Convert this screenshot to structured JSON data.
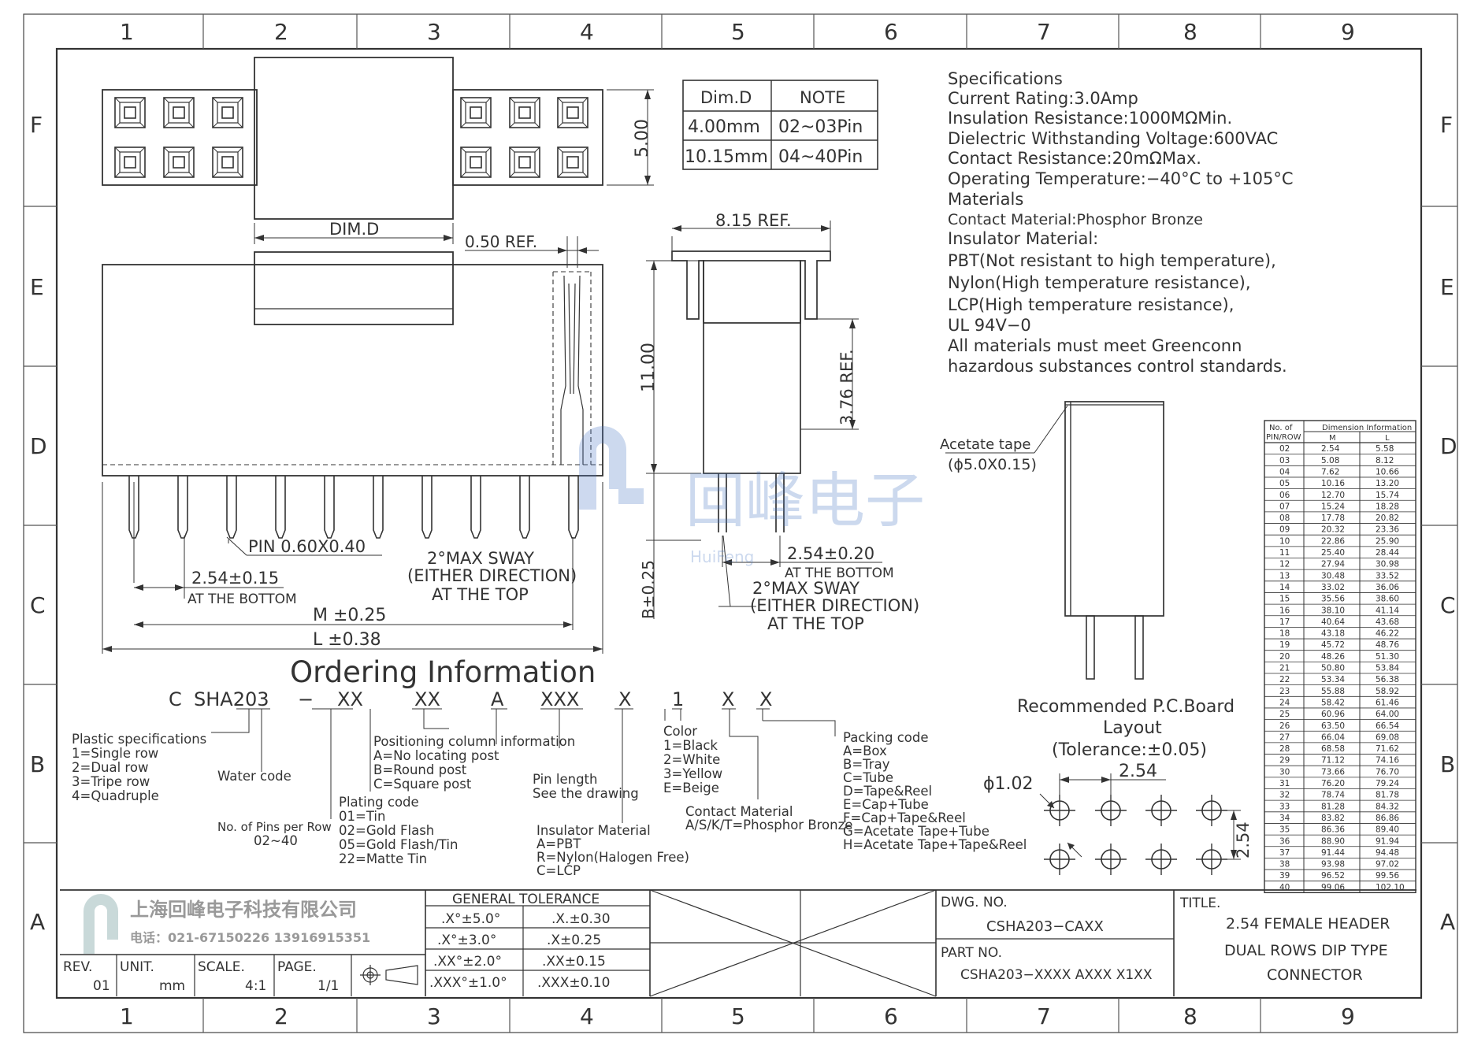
{
  "zone_columns": [
    "1",
    "2",
    "3",
    "4",
    "5",
    "6",
    "7",
    "8",
    "9"
  ],
  "zone_rows": [
    "F",
    "E",
    "D",
    "C",
    "B",
    "A"
  ],
  "note_table": {
    "headers": [
      "Dim.D",
      "NOTE"
    ],
    "rows": [
      [
        "4.00mm",
        "02~03Pin"
      ],
      [
        "10.15mm",
        "04~40Pin"
      ]
    ]
  },
  "specifications": [
    "Specifications",
    "Current Rating:3.0Amp",
    "Insulation  Resistance:1000MΩMin.",
    "Dielectric  Withstanding  Voltage:600VAC",
    "Contact  Resistance:20mΩMax.",
    "Operating  Temperature:−40°C  to  +105°C",
    "Materials",
    "Contact  Material:Phosphor Bronze",
    "Insulator  Material:",
    "PBT(Not  resistant  to  high  temperature),",
    "Nylon(High  temperature  resistance),",
    "LCP(High  temperature  resistance),",
    "UL  94V−0",
    "All  materials  must  meet  Greenconn",
    "hazardous  substances  control  standards."
  ],
  "dims": {
    "d500": "5.00",
    "dimd": "DIM.D",
    "ref050": "0.50  REF.",
    "ref815": "8.15  REF.",
    "d1100": "11.00",
    "ref376": "3.76  REF.",
    "pin": "PIN  0.60X0.40",
    "pitch": "2.54±0.15",
    "at_bottom": "AT THE BOTTOM",
    "sway1": "2°MAX  SWAY",
    "sway2": "(EITHER  DIRECTION)",
    "sway3": "AT  THE  TOP",
    "m": "M  ±0.25",
    "l": "L  ±0.38",
    "b": "B±0.25",
    "pitch2": "2.54±0.20",
    "at_bottom2": "AT THE BOTTOM",
    "sway4": "2°MAX  SWAY",
    "sway5": "(EITHER  DIRECTION)",
    "sway6": "AT  THE  TOP"
  },
  "watermark": {
    "cn": "回峰电子",
    "en": "HuiFeng"
  },
  "tape": {
    "label": "Acetate  tape",
    "size": "(ϕ5.0X0.15)"
  },
  "pcb": {
    "title1": "Recommended  P.C.Board",
    "title2": "Layout",
    "title3": "(Tolerance:±0.05)",
    "hole": "ϕ1.02",
    "pitch_h": "2.54",
    "pitch_v": "2.54"
  },
  "dimension_table": {
    "header_no": "No. of",
    "header_pinrow": "PIN/ROW",
    "header_dim": "Dimension  Information",
    "col_m": "M",
    "col_l": "L",
    "rows": [
      [
        "02",
        "2.54",
        "5.58"
      ],
      [
        "03",
        "5.08",
        "8.12"
      ],
      [
        "04",
        "7.62",
        "10.66"
      ],
      [
        "05",
        "10.16",
        "13.20"
      ],
      [
        "06",
        "12.70",
        "15.74"
      ],
      [
        "07",
        "15.24",
        "18.28"
      ],
      [
        "08",
        "17.78",
        "20.82"
      ],
      [
        "09",
        "20.32",
        "23.36"
      ],
      [
        "10",
        "22.86",
        "25.90"
      ],
      [
        "11",
        "25.40",
        "28.44"
      ],
      [
        "12",
        "27.94",
        "30.98"
      ],
      [
        "13",
        "30.48",
        "33.52"
      ],
      [
        "14",
        "33.02",
        "36.06"
      ],
      [
        "15",
        "35.56",
        "38.60"
      ],
      [
        "16",
        "38.10",
        "41.14"
      ],
      [
        "17",
        "40.64",
        "43.68"
      ],
      [
        "18",
        "43.18",
        "46.22"
      ],
      [
        "19",
        "45.72",
        "48.76"
      ],
      [
        "20",
        "48.26",
        "51.30"
      ],
      [
        "21",
        "50.80",
        "53.84"
      ],
      [
        "22",
        "53.34",
        "56.38"
      ],
      [
        "23",
        "55.88",
        "58.92"
      ],
      [
        "24",
        "58.42",
        "61.46"
      ],
      [
        "25",
        "60.96",
        "64.00"
      ],
      [
        "26",
        "63.50",
        "66.54"
      ],
      [
        "27",
        "66.04",
        "69.08"
      ],
      [
        "28",
        "68.58",
        "71.62"
      ],
      [
        "29",
        "71.12",
        "74.16"
      ],
      [
        "30",
        "73.66",
        "76.70"
      ],
      [
        "31",
        "76.20",
        "79.24"
      ],
      [
        "32",
        "78.74",
        "81.78"
      ],
      [
        "33",
        "81.28",
        "84.32"
      ],
      [
        "34",
        "83.82",
        "86.86"
      ],
      [
        "35",
        "86.36",
        "89.40"
      ],
      [
        "36",
        "88.90",
        "91.94"
      ],
      [
        "37",
        "91.44",
        "94.48"
      ],
      [
        "38",
        "93.98",
        "97.02"
      ],
      [
        "39",
        "96.52",
        "99.56"
      ],
      [
        "40",
        "99.06",
        "102.10"
      ]
    ]
  },
  "ordering": {
    "title": "Ordering  Information",
    "code": [
      "C",
      "SHA203",
      "−",
      "XX",
      "XX",
      "A",
      "XXX",
      "X",
      "1",
      "X",
      "X"
    ],
    "plastic": [
      "Plastic  specifications",
      "1=Single  row",
      "2=Dual  row",
      "3=Tripe  row",
      "4=Quadruple"
    ],
    "water": "Water  code",
    "pins": [
      "No. of Pins per Row",
      "02~40"
    ],
    "plating": [
      "Plating  code",
      "01=Tin",
      "02=Gold  Flash",
      "05=Gold  Flash/Tin",
      "22=Matte  Tin"
    ],
    "position": [
      "Positioning  column  information",
      "A=No  locating  post",
      "B=Round  post",
      "C=Square  post"
    ],
    "pinlen": [
      "Pin  length",
      "See  the  drawing"
    ],
    "insulator": [
      "Insulator  Material",
      "A=PBT",
      "R=Nylon(Halogen Free)",
      "C=LCP"
    ],
    "color": [
      "Color",
      "1=Black",
      "2=White",
      "3=Yellow",
      "E=Beige"
    ],
    "contact": [
      "Contact  Material",
      "A/S/K/T=Phosphor  Bronze"
    ],
    "packing": [
      "Packing  code",
      "A=Box",
      "B=Tray",
      "C=Tube",
      "D=Tape&Reel",
      "E=Cap+Tube",
      "F=Cap+Tape&Reel",
      "G=Acetate  Tape+Tube",
      "H=Acetate  Tape+Tape&Reel"
    ]
  },
  "title_block": {
    "company": "上海回峰电子科技有限公司",
    "phone": "电话：021-67150226  13916915351",
    "rev_label": "REV.",
    "rev": "01",
    "unit_label": "UNIT.",
    "unit": "mm",
    "scale_label": "SCALE.",
    "scale": "4:1",
    "page_label": "PAGE.",
    "page": "1/1",
    "tolerance_title": "GENERAL  TOLERANCE",
    "tolerances": [
      [
        ".X°±5.0°",
        ".X.±0.30"
      ],
      [
        ".X°±3.0°",
        ".X±0.25"
      ],
      [
        ".XX°±2.0°",
        ".XX±0.15"
      ],
      [
        ".XXX°±1.0°",
        ".XXX±0.10"
      ]
    ],
    "dwg_label": "DWG.  NO.",
    "dwg": "CSHA203−CAXX",
    "part_label": "PART  NO.",
    "part": "CSHA203−XXXX  AXXX  X1XX",
    "title_label": "TITLE.",
    "title": [
      "2.54  FEMALE  HEADER",
      "DUAL  ROWS  DIP  TYPE",
      "CONNECTOR"
    ]
  }
}
